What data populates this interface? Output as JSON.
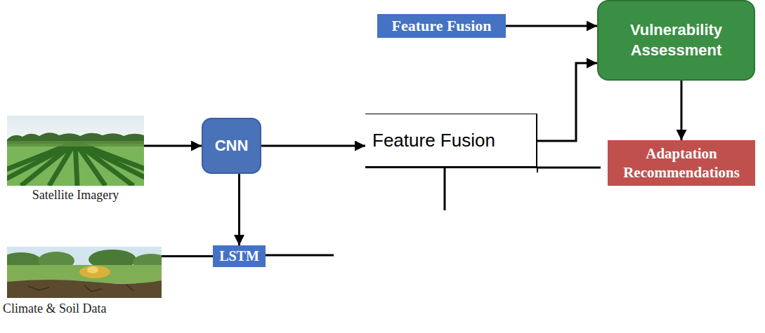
{
  "diagram": {
    "nodes": [
      {
        "text": [
          "Satellite Imagery"
        ]
      },
      {
        "text": [
          "CNN"
        ]
      },
      {
        "text": [
          "Climate & Soil Data"
        ]
      },
      {
        "text": [
          "LSTM"
        ]
      },
      {
        "text": [
          "Feature Fusion"
        ]
      },
      {
        "text": [
          "Feature Fusion"
        ]
      },
      {
        "text": [
          "Vulnerability Assessment"
        ]
      },
      {
        "text": [
          "Adaptation Recommendations"
        ]
      }
    ],
    "edges": [
      {
        "from": 0,
        "to": 1,
        "arrow": "to"
      },
      {
        "from": 1,
        "to": 3,
        "arrow": "to"
      },
      {
        "from": 2,
        "to": 3,
        "arrow": "none"
      },
      {
        "from": 1,
        "to": 4,
        "arrow": "to"
      },
      {
        "from": 5,
        "to": 6,
        "arrow": "to"
      },
      {
        "from": 4,
        "to": 6,
        "arrow": "to"
      },
      {
        "from": 6,
        "to": 7,
        "arrow": "to"
      }
    ]
  }
}
